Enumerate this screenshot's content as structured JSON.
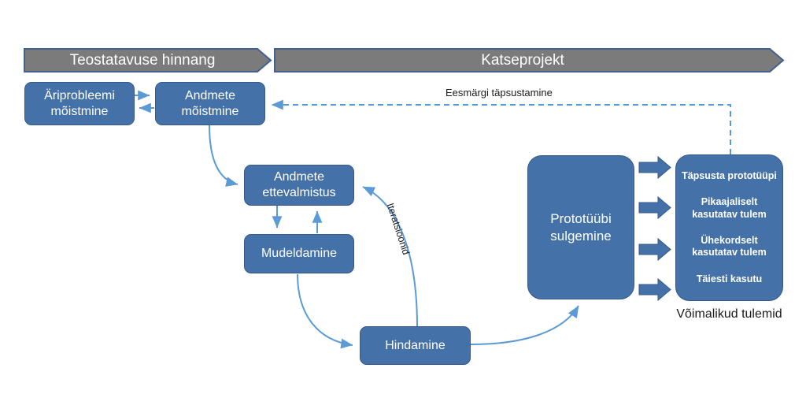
{
  "diagram": {
    "title_phases": [
      {
        "label": "Teostatavuse hinnang"
      },
      {
        "label": "Katseprojekt"
      }
    ],
    "nodes": {
      "business_understanding": "Äriprobleemi mõistmine",
      "data_understanding": "Andmete mõistmine",
      "data_preparation": "Andmete ettevalmistus",
      "modeling": "Mudeldamine",
      "evaluation": "Hindamine",
      "prototype_closing": "Prototüübi sulgemine"
    },
    "outcomes": {
      "items": [
        "Täpsusta prototüüpi",
        "Pikaajaliselt kasutatav tulem",
        "Ühekordselt kasutatav tulem",
        "Täiesti kasutu"
      ],
      "caption": "Võimalikud tulemid"
    },
    "edge_labels": {
      "feedback": "Eesmärgi täpsustamine",
      "iterations": "Iteratsioonid"
    },
    "colors": {
      "banner_fill": "#7B7B7B",
      "banner_stroke": "#41618F",
      "node_fill": "#4472A8",
      "node_stroke": "#37598A",
      "arrow_line": "#5B9BD5",
      "block_arrow_fill": "#4472A8",
      "text_on_node": "#FFFFFF",
      "text_plain": "#1A1A1A",
      "background": "#FFFFFF"
    }
  }
}
